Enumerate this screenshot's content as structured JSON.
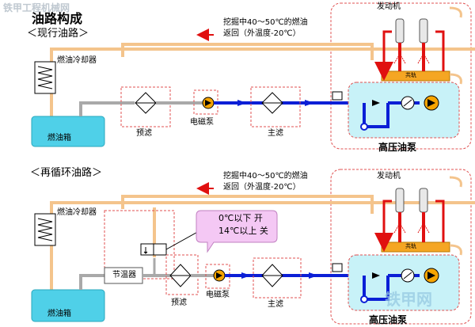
{
  "watermark": {
    "top_left": "铁甲工程机械网",
    "bottom_right": "铁甲网"
  },
  "current_circuit": {
    "title": "油路构成",
    "subtitle": "＜现行油路＞",
    "return_note_line1": "挖掘中40～50℃的燃油",
    "return_note_line2": "返回（外温度-20℃）",
    "fuel_cooler": "燃油冷却器",
    "fuel_tank": "燃油箱",
    "prefilter": "预滤",
    "solenoid_pump": "电磁泵",
    "main_filter": "主滤",
    "engine": "发动机",
    "common_rail": "共轨",
    "hp_pump": "高压油泵"
  },
  "recirc_circuit": {
    "subtitle": "＜再循环油路＞",
    "return_note_line1": "挖掘中40～50℃的燃油",
    "return_note_line2": "返回（外温度-20℃）",
    "fuel_cooler": "燃油冷却器",
    "fuel_tank": "燃油箱",
    "regulator": "节温器",
    "valve_note_line1": "0℃以下 开",
    "valve_note_line2": "14℃以上 关",
    "prefilter": "预滤",
    "solenoid_pump": "电磁泵",
    "main_filter": "主滤",
    "engine": "发动机",
    "common_rail": "共轨",
    "hp_pump": "高压油泵"
  },
  "colors": {
    "tank": "#4fd0e8",
    "pressure_line": "#0b1fd6",
    "return_line": "#f4c48c",
    "rail": "#f5a623",
    "arrow_red": "#e01010",
    "pump_orange": "#f7a500",
    "callout": "#f4c8f4"
  }
}
